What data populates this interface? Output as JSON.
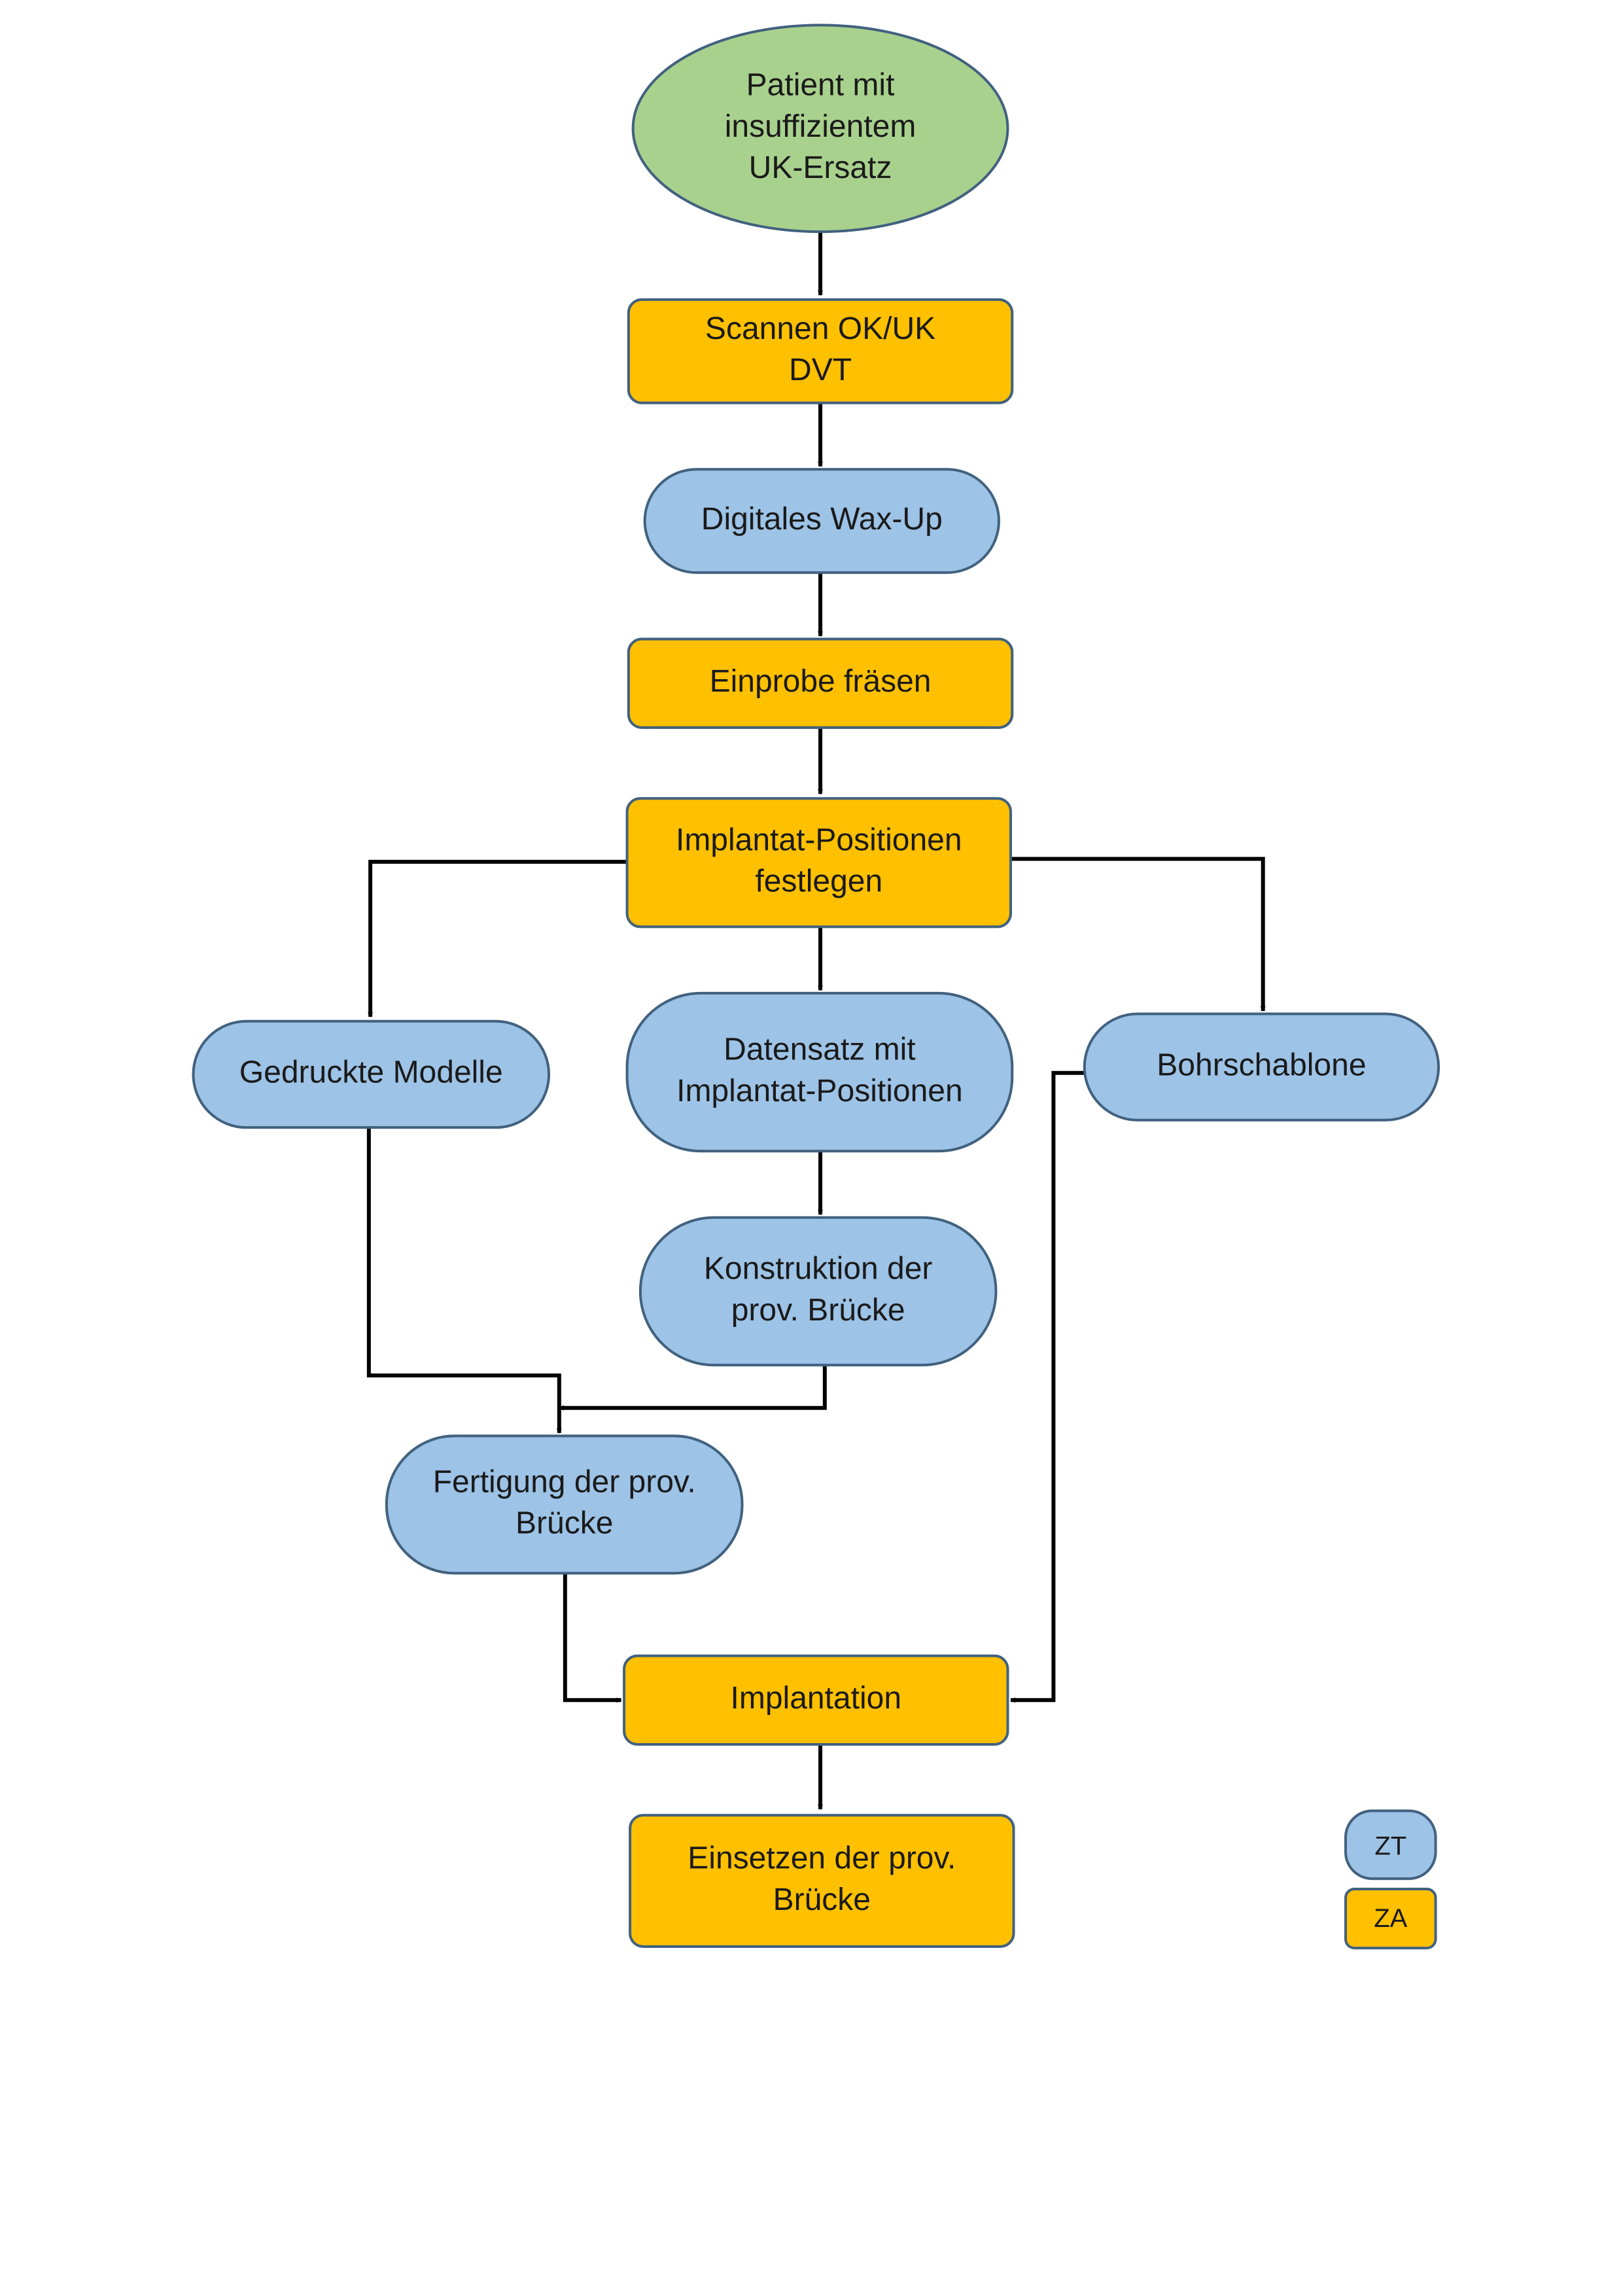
{
  "colors": {
    "start": "#a9d18e",
    "za": "#ffc000",
    "zt": "#9dc3e6",
    "stroke": "#41617f",
    "edge": "#000000"
  },
  "nodes": [
    {
      "id": "start",
      "kind": "start",
      "lines": [
        "Patient mit",
        "insuffizientem",
        "UK-Ersatz"
      ]
    },
    {
      "id": "scan",
      "kind": "za",
      "lines": [
        "Scannen OK/UK",
        "DVT"
      ]
    },
    {
      "id": "waxup",
      "kind": "zt",
      "lines": [
        "Digitales Wax-Up"
      ]
    },
    {
      "id": "einprobe",
      "kind": "za",
      "lines": [
        "Einprobe fräsen"
      ]
    },
    {
      "id": "implpos",
      "kind": "za",
      "lines": [
        "Implantat-Positionen",
        "festlegen"
      ]
    },
    {
      "id": "modelle",
      "kind": "zt",
      "lines": [
        "Gedruckte Modelle"
      ]
    },
    {
      "id": "datensatz",
      "kind": "zt",
      "lines": [
        "Datensatz mit",
        "Implantat-Positionen"
      ]
    },
    {
      "id": "bohr",
      "kind": "zt",
      "lines": [
        "Bohrschablone"
      ]
    },
    {
      "id": "konstruktion",
      "kind": "zt",
      "lines": [
        "Konstruktion der",
        "prov. Brücke"
      ]
    },
    {
      "id": "fertigung",
      "kind": "zt",
      "lines": [
        "Fertigung der prov.",
        "Brücke"
      ]
    },
    {
      "id": "implantation",
      "kind": "za",
      "lines": [
        "Implantation"
      ]
    },
    {
      "id": "einsetzen",
      "kind": "za",
      "lines": [
        "Einsetzen der prov.",
        "Brücke"
      ]
    }
  ],
  "edges": [
    {
      "from": "start",
      "to": "scan"
    },
    {
      "from": "scan",
      "to": "waxup"
    },
    {
      "from": "waxup",
      "to": "einprobe"
    },
    {
      "from": "einprobe",
      "to": "implpos"
    },
    {
      "from": "implpos",
      "to": "modelle"
    },
    {
      "from": "implpos",
      "to": "datensatz"
    },
    {
      "from": "implpos",
      "to": "bohr"
    },
    {
      "from": "datensatz",
      "to": "konstruktion"
    },
    {
      "from": "modelle",
      "to": "fertigung"
    },
    {
      "from": "konstruktion",
      "to": "fertigung"
    },
    {
      "from": "fertigung",
      "to": "implantation"
    },
    {
      "from": "bohr",
      "to": "implantation"
    },
    {
      "from": "implantation",
      "to": "einsetzen"
    }
  ],
  "legend": [
    {
      "kind": "zt",
      "label": "ZT"
    },
    {
      "kind": "za",
      "label": "ZA"
    }
  ]
}
